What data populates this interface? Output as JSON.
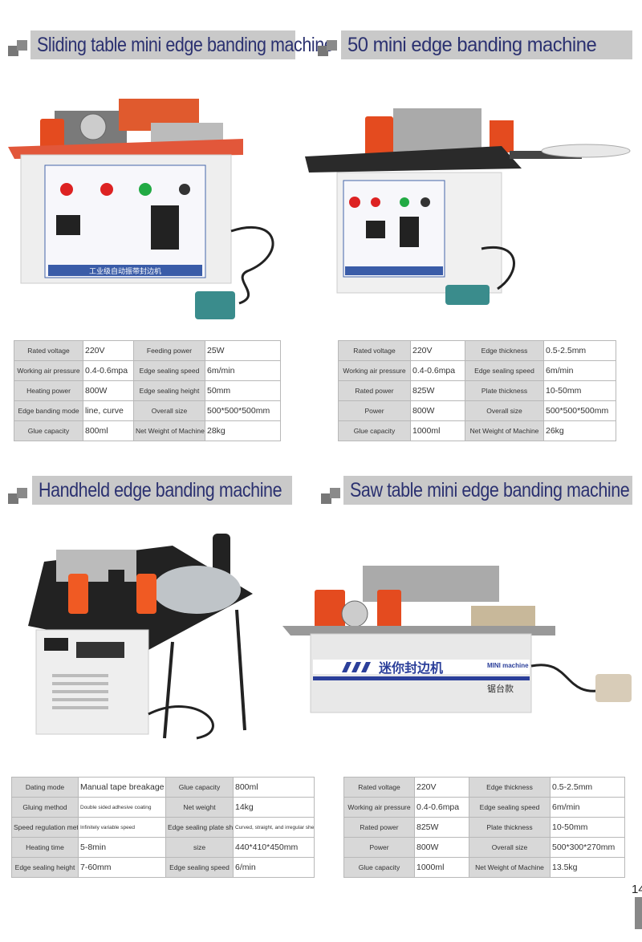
{
  "sections": [
    {
      "title": "Sliding table mini edge banding machine",
      "specs": [
        [
          "Rated voltage",
          "220V",
          "Feeding power",
          "25W"
        ],
        [
          "Working air pressure",
          "0.4-0.6mpa",
          "Edge sealing speed",
          "6m/min"
        ],
        [
          "Heating power",
          "800W",
          "Edge sealing height",
          "50mm"
        ],
        [
          "Edge banding mode",
          "line, curve",
          "Overall size",
          "500*500*500mm"
        ],
        [
          "Glue capacity",
          "800ml",
          "Net Weight of Machine",
          "28kg"
        ]
      ]
    },
    {
      "title": "50 mini edge banding machine",
      "specs": [
        [
          "Rated voltage",
          "220V",
          "Edge thickness",
          "0.5-2.5mm"
        ],
        [
          "Working air pressure",
          "0.4-0.6mpa",
          "Edge sealing speed",
          "6m/min"
        ],
        [
          "Rated power",
          "825W",
          "Plate thickness",
          "10-50mm"
        ],
        [
          "Power",
          "800W",
          "Overall size",
          "500*500*500mm"
        ],
        [
          "Glue capacity",
          "1000ml",
          "Net Weight of Machine",
          "26kg"
        ]
      ]
    },
    {
      "title": "Handheld edge banding machine",
      "specs": [
        [
          "Dating mode",
          "Manual tape breakage",
          "Glue capacity",
          "800ml"
        ],
        [
          "Gluing method",
          "Double sided adhesive coating",
          "Net weight",
          "14kg"
        ],
        [
          "Speed regulation method",
          "Infinitely variable speed",
          "Edge sealing plate shape",
          "Curved, straight, and irregular sheet metal"
        ],
        [
          "Heating time",
          "5-8min",
          "size",
          "440*410*450mm"
        ],
        [
          "Edge sealing height",
          "7-60mm",
          "Edge sealing speed",
          "6/min"
        ]
      ]
    },
    {
      "title": "Saw table mini edge banding machine",
      "specs": [
        [
          "Rated voltage",
          "220V",
          "Edge thickness",
          "0.5-2.5mm"
        ],
        [
          "Working air pressure",
          "0.4-0.6mpa",
          "Edge sealing speed",
          "6m/min"
        ],
        [
          "Rated power",
          "825W",
          "Plate thickness",
          "10-50mm"
        ],
        [
          "Power",
          "800W",
          "Overall size",
          "500*300*270mm"
        ],
        [
          "Glue capacity",
          "1000ml",
          "Net Weight of Machine",
          "13.5kg"
        ]
      ]
    }
  ],
  "machine_labels": {
    "panel_cn": "工业级自动振带封边机",
    "saw_brand": "迷你封边机",
    "saw_brand_en": "MINI machine",
    "saw_model": "锯台款"
  },
  "colors": {
    "heading_bg": "#c9c9c9",
    "heading_text": "#2b3170",
    "label_cell": "#d8d8d8"
  },
  "page_number": "14"
}
